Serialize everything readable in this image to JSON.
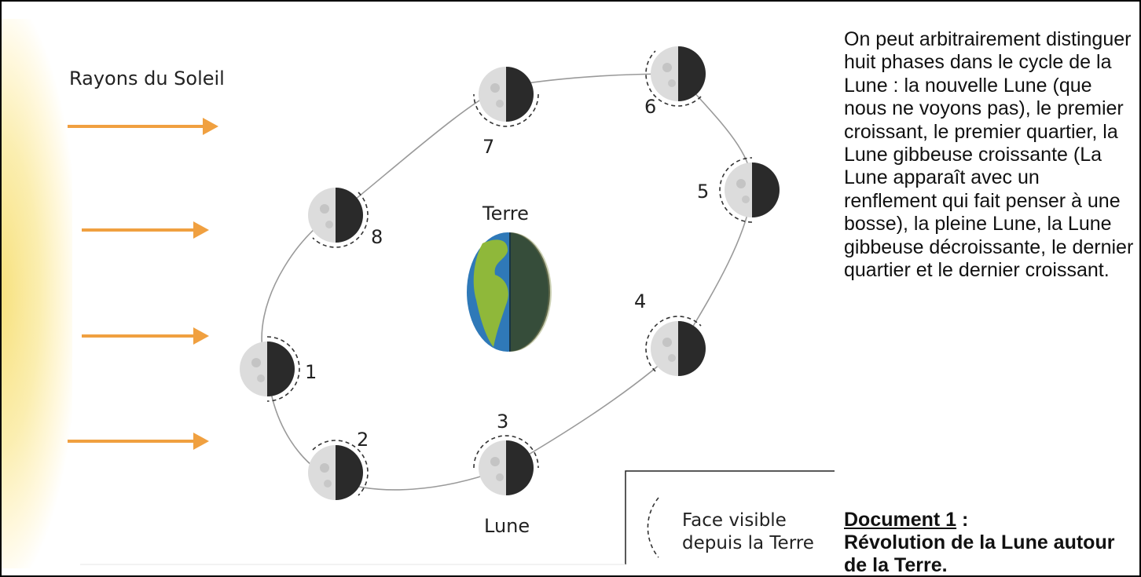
{
  "diagram": {
    "sun_rays_label": "Rayons du Soleil",
    "earth_label": "Terre",
    "moon_label": "Lune",
    "phases": [
      {
        "number": "1"
      },
      {
        "number": "2"
      },
      {
        "number": "3"
      },
      {
        "number": "4"
      },
      {
        "number": "5"
      },
      {
        "number": "6"
      },
      {
        "number": "7"
      },
      {
        "number": "8"
      }
    ],
    "legend": {
      "line1": "Face visible",
      "line2": "depuis la Terre"
    },
    "colors": {
      "arrow": "#f0a040",
      "sun": "#f7e07a",
      "moon_dark": "#2a2a2a",
      "moon_light": "#dcdcdc",
      "orbit": "#9a9a9a"
    }
  },
  "description": "On peut arbitrairement distinguer huit phases dans le cycle de la Lune : la nouvelle Lune (que nous ne voyons pas), le premier croissant, le premier quartier, la Lune gibbeuse croissante  (La Lune apparaît avec un renflement qui fait penser à une bosse), la pleine Lune, la Lune gibbeuse décroissante, le dernier quartier et le dernier croissant.",
  "document": {
    "label": "Document 1",
    "separator": " :",
    "caption": "Révolution de la Lune autour de la Terre."
  }
}
